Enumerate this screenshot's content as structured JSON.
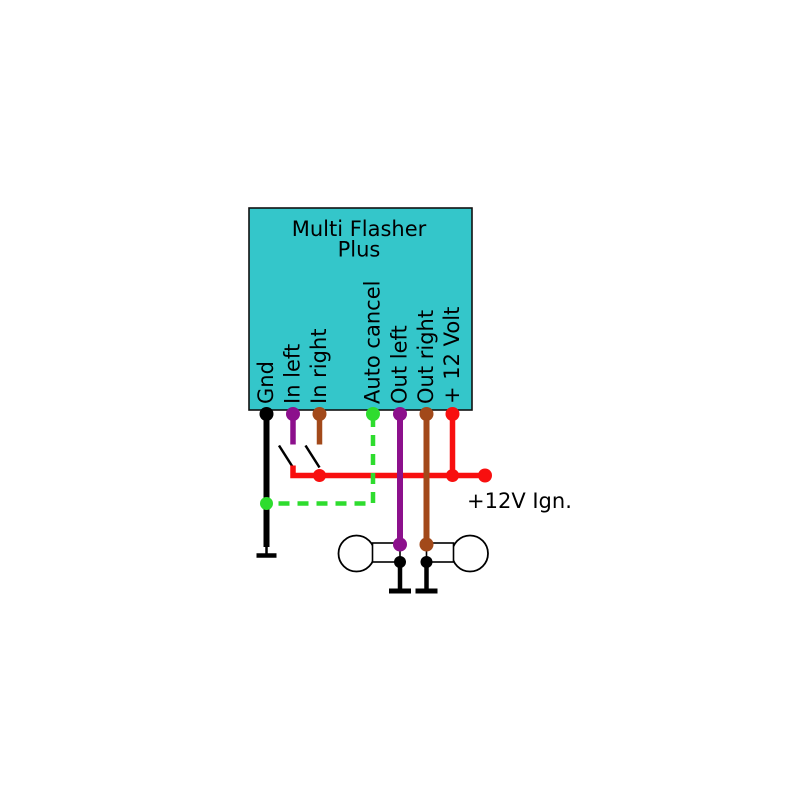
{
  "device": {
    "title_line1": "Multi Flasher",
    "title_line2": "Plus"
  },
  "pins": [
    {
      "id": "gnd",
      "label": "Gnd",
      "wire_color": "#000000"
    },
    {
      "id": "in-left",
      "label": "In left",
      "wire_color": "#8C108C"
    },
    {
      "id": "in-right",
      "label": "In right",
      "wire_color": "#A2491A"
    },
    {
      "id": "auto-cancel",
      "label": "Auto cancel",
      "wire_color": "#2EDC2E"
    },
    {
      "id": "out-left",
      "label": "Out left",
      "wire_color": "#8C108C"
    },
    {
      "id": "out-right",
      "label": "Out right",
      "wire_color": "#A2491A"
    },
    {
      "id": "plus-12v",
      "label": "+ 12 Volt",
      "wire_color": "#F80F0F"
    }
  ],
  "labels": {
    "ignition": "+12V Ign."
  },
  "colors": {
    "background": "#ffffff",
    "box_fill": "#34C6CA",
    "box_border": "#111111",
    "black": "#000000",
    "purple": "#8C108C",
    "brown": "#A2491A",
    "red": "#F80F0F",
    "green": "#2EDC2E",
    "bulb_outline": "#000000",
    "bulb_fill": "#ffffff"
  }
}
